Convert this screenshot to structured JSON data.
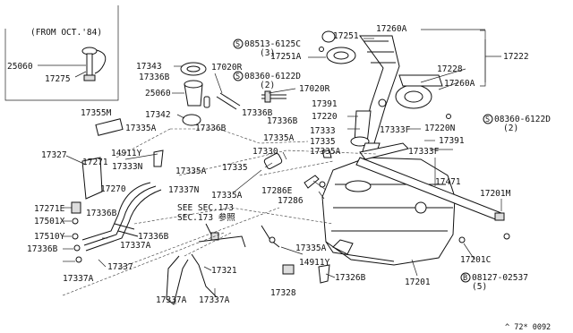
{
  "inset": {
    "note": "(FROM OCT.'84)",
    "parts": [
      "25060",
      "17275"
    ]
  },
  "see_ref": [
    "SEE SEC.173",
    "SEC.173 参照"
  ],
  "screw_refs": [
    {
      "circled": "S",
      "number": "08513-6125C",
      "qty": "(3)"
    },
    {
      "circled": "S",
      "number": "08360-6122D",
      "qty": "(2)"
    },
    {
      "circled": "S",
      "number": "08360-6122D",
      "qty": "(2)"
    },
    {
      "circled": "B",
      "number": "08127-02537",
      "qty": "(5)"
    }
  ],
  "labels": [
    "17251",
    "17260A",
    "17251A",
    "17222",
    "17228",
    "17260A",
    "17343",
    "17020R",
    "17336B",
    "25060",
    "17020R",
    "17336B",
    "17342",
    "17336B",
    "17336B",
    "17391",
    "17220",
    "17333F",
    "17220N",
    "17391",
    "17333F",
    "17355M",
    "17335A",
    "17333",
    "17335",
    "17335A",
    "14911Y",
    "17330",
    "17335A",
    "17327",
    "17271",
    "17333N",
    "17335A",
    "17335",
    "17337N",
    "17286E",
    "17286",
    "17335A",
    "17471",
    "17201M",
    "17270",
    "17271E",
    "17336B",
    "17501X",
    "17510Y",
    "17336B",
    "17337A",
    "17336B",
    "17337",
    "17337A",
    "17321",
    "17335A",
    "14911Y",
    "17201C",
    "17328",
    "17326B",
    "17201",
    "17337A",
    "17337A"
  ],
  "footer_code": "^ 72* 0092"
}
